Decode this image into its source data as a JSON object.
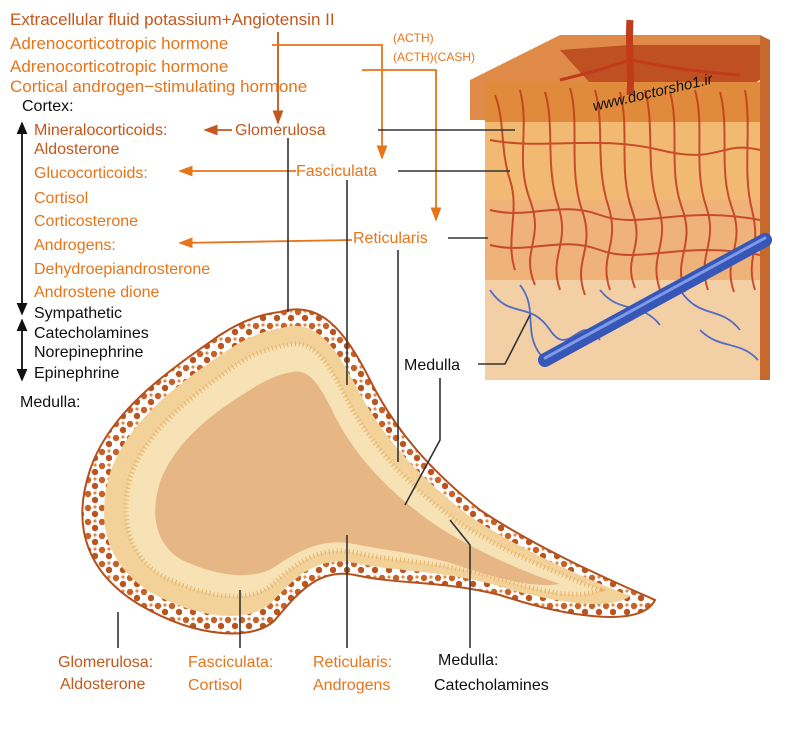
{
  "colors": {
    "dark_orange": "#c4571b",
    "orange": "#e8741a",
    "black": "#111111",
    "leader": "#333333",
    "cortex_outer": "#d9783a",
    "cortex_mid": "#efc27f",
    "medulla": "#e6b784",
    "vessel_red": "#c23a1c",
    "vein_blue": "#3f62c7"
  },
  "regulators": {
    "line1": "Extracellular fluid potassium+Angiotensin II",
    "line2": "Adrenocorticotropic hormone",
    "line3": "Adrenocorticotropic hormone",
    "line4": "Cortical androgen−stimulating hormone",
    "acth_tag": "(ACTH)",
    "acth_cash_tag": "(ACTH)(CASH)"
  },
  "left_list": {
    "cortex_title": "Cortex:",
    "mineralocorticoids": "Mineralocorticoids:",
    "aldosterone": "Aldosterone",
    "glucocorticoids": "Glucocorticoids:",
    "cortisol": "Cortisol",
    "corticosterone": "Corticosterone",
    "androgens": "Androgens:",
    "dhea": "Dehydroepiandrosterone",
    "androstenedione": "Androstene dione",
    "sympathetic": "Sympathetic",
    "catecholamines": "Catecholamines",
    "norepinephrine": "Norepinephrine",
    "epinephrine": "Epinephrine",
    "medulla_title": "Medulla:"
  },
  "zones": {
    "glomerulosa": "Glomerulosa",
    "fasciculata": "Fasciculata",
    "reticularis": "Reticularis",
    "medulla": "Medulla"
  },
  "watermark": "www.doctorsho1.ir",
  "bottom_labels": {
    "glomerulosa_title": "Glomerulosa:",
    "glomerulosa_sub": "Aldosterone",
    "fasciculata_title": "Fasciculata:",
    "fasciculata_sub": "Cortisol",
    "reticularis_title": "Reticularis:",
    "reticularis_sub": "Androgens",
    "medulla_title": "Medulla:",
    "medulla_sub": "Catecholamines"
  }
}
